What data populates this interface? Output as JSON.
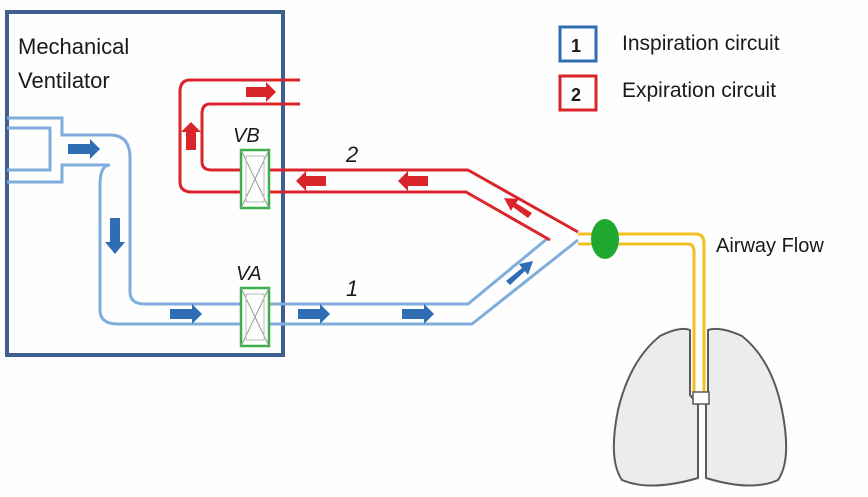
{
  "diagram": {
    "ventilator_label_line1": "Mechanical",
    "ventilator_label_line2": "Ventilator",
    "valve_b_label": "VB",
    "valve_a_label": "VA",
    "expiration_number": "2",
    "inspiration_number": "1",
    "airway_label": "Airway Flow"
  },
  "legend": {
    "items": [
      {
        "number": "1",
        "label": "Inspiration circuit",
        "color": "#2f6db5"
      },
      {
        "number": "2",
        "label": "Expiration circuit",
        "color": "#d9252a"
      }
    ]
  },
  "colors": {
    "box": "#3f5f8f",
    "inspiration_tube": "#7faedc",
    "inspiration_arrow": "#2f6db5",
    "expiration_tube": "#d9252a",
    "valve": "#3cae4a",
    "junction": "#1fa830",
    "airway_tube": "#f0c020",
    "lung_fill": "#ececec",
    "lung_stroke": "#5a5a5a"
  }
}
